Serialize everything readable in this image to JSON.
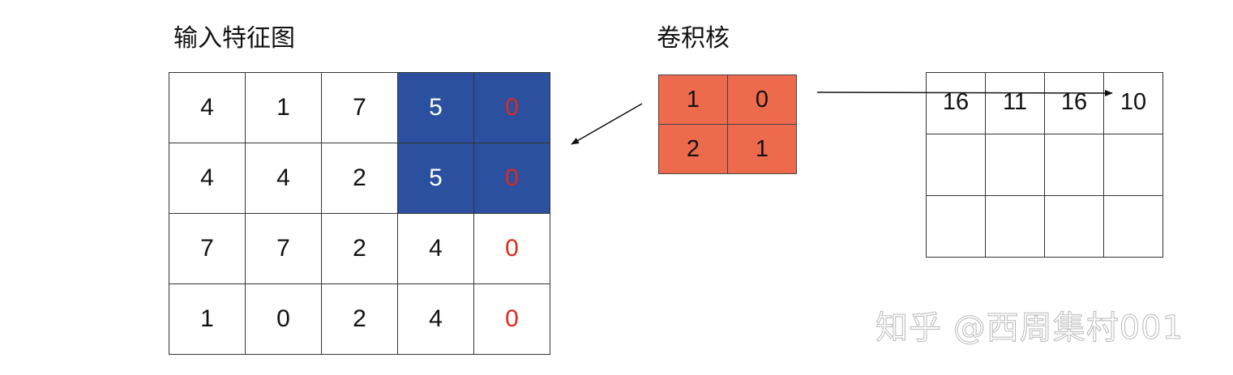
{
  "titles": {
    "input": "输入特征图",
    "kernel": "卷积核"
  },
  "input_grid": [
    [
      "4",
      "1",
      "7",
      "5",
      "0"
    ],
    [
      "4",
      "4",
      "2",
      "5",
      "0"
    ],
    [
      "7",
      "7",
      "2",
      "4",
      "0"
    ],
    [
      "1",
      "0",
      "2",
      "4",
      "0"
    ]
  ],
  "kernel_grid": [
    [
      "1",
      "0"
    ],
    [
      "2",
      "1"
    ]
  ],
  "output_grid": [
    [
      "16",
      "11",
      "16",
      "10"
    ],
    [
      "",
      "",
      "",
      ""
    ],
    [
      "",
      "",
      "",
      ""
    ]
  ],
  "highlight": {
    "rows": [
      0,
      1
    ],
    "cols": [
      3,
      4
    ],
    "color": "#2b509f"
  },
  "padding_column": 4,
  "colors": {
    "highlight": "#2b509f",
    "kernel": "#ee6a4c",
    "padding_text": "#e0281c",
    "grid_line": "#333333"
  },
  "watermark": "知乎 @西周集村001"
}
